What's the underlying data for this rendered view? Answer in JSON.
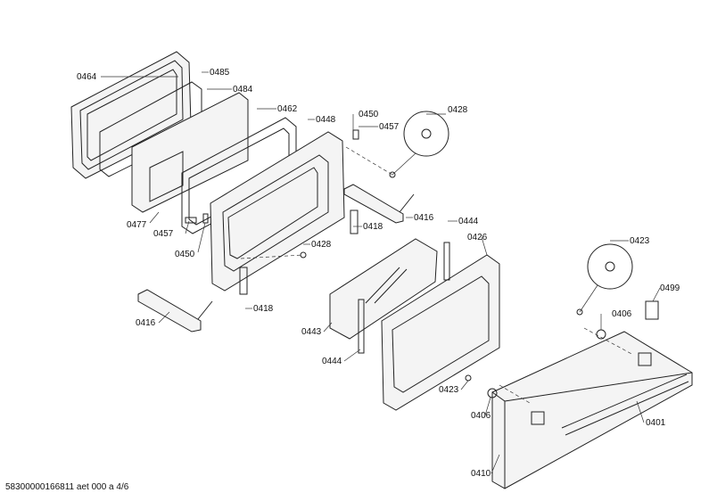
{
  "labels": {
    "l0464": "0464",
    "l0485": "0485",
    "l0484": "0484",
    "l0462": "0462",
    "l0448": "0448",
    "l0450a": "0450",
    "l0457a": "0457",
    "l0428a": "0428",
    "l0477": "0477",
    "l0457b": "0457",
    "l0450b": "0450",
    "l0416a": "0416",
    "l0418a": "0418",
    "l0428b": "0428",
    "l0418b": "0418",
    "l0416b": "0416",
    "l0444a": "0444",
    "l0426": "0426",
    "l0443": "0443",
    "l0444b": "0444",
    "l0423a": "0423",
    "l0499": "0499",
    "l0406a": "0406",
    "l0423b": "0423",
    "l0406b": "0406",
    "l0401": "0401",
    "l0410": "0410"
  },
  "footer": "58300000166811 aet 000 a 4/6"
}
